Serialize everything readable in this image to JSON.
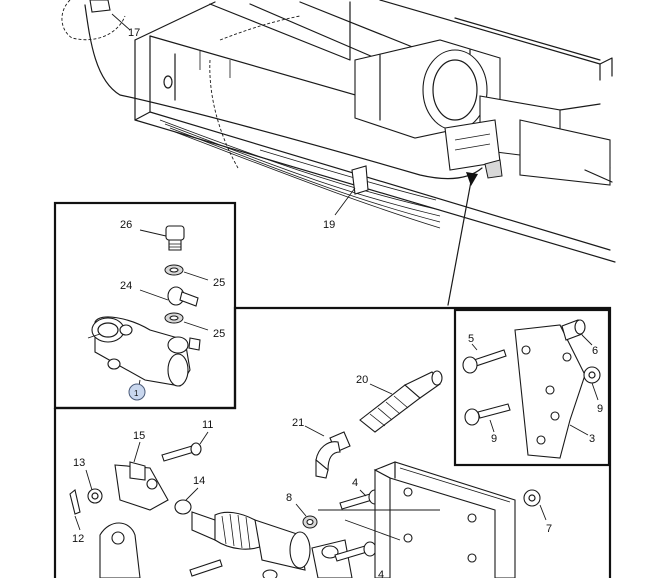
{
  "callouts": {
    "c1": "1",
    "c3": "3",
    "c4a": "4",
    "c4b": "4",
    "c5": "5",
    "c6": "6",
    "c7": "7",
    "c8": "8",
    "c9a": "9",
    "c9b": "9",
    "c11": "11",
    "c12": "12",
    "c13": "13",
    "c14": "14",
    "c15": "15",
    "c17": "17",
    "c19": "19",
    "c20": "20",
    "c21": "21",
    "c24": "24",
    "c25a": "25",
    "c25b": "25",
    "c26": "26"
  },
  "colors": {
    "line": "#1a1a1a",
    "highlight_circle": "#c9d7ee"
  }
}
